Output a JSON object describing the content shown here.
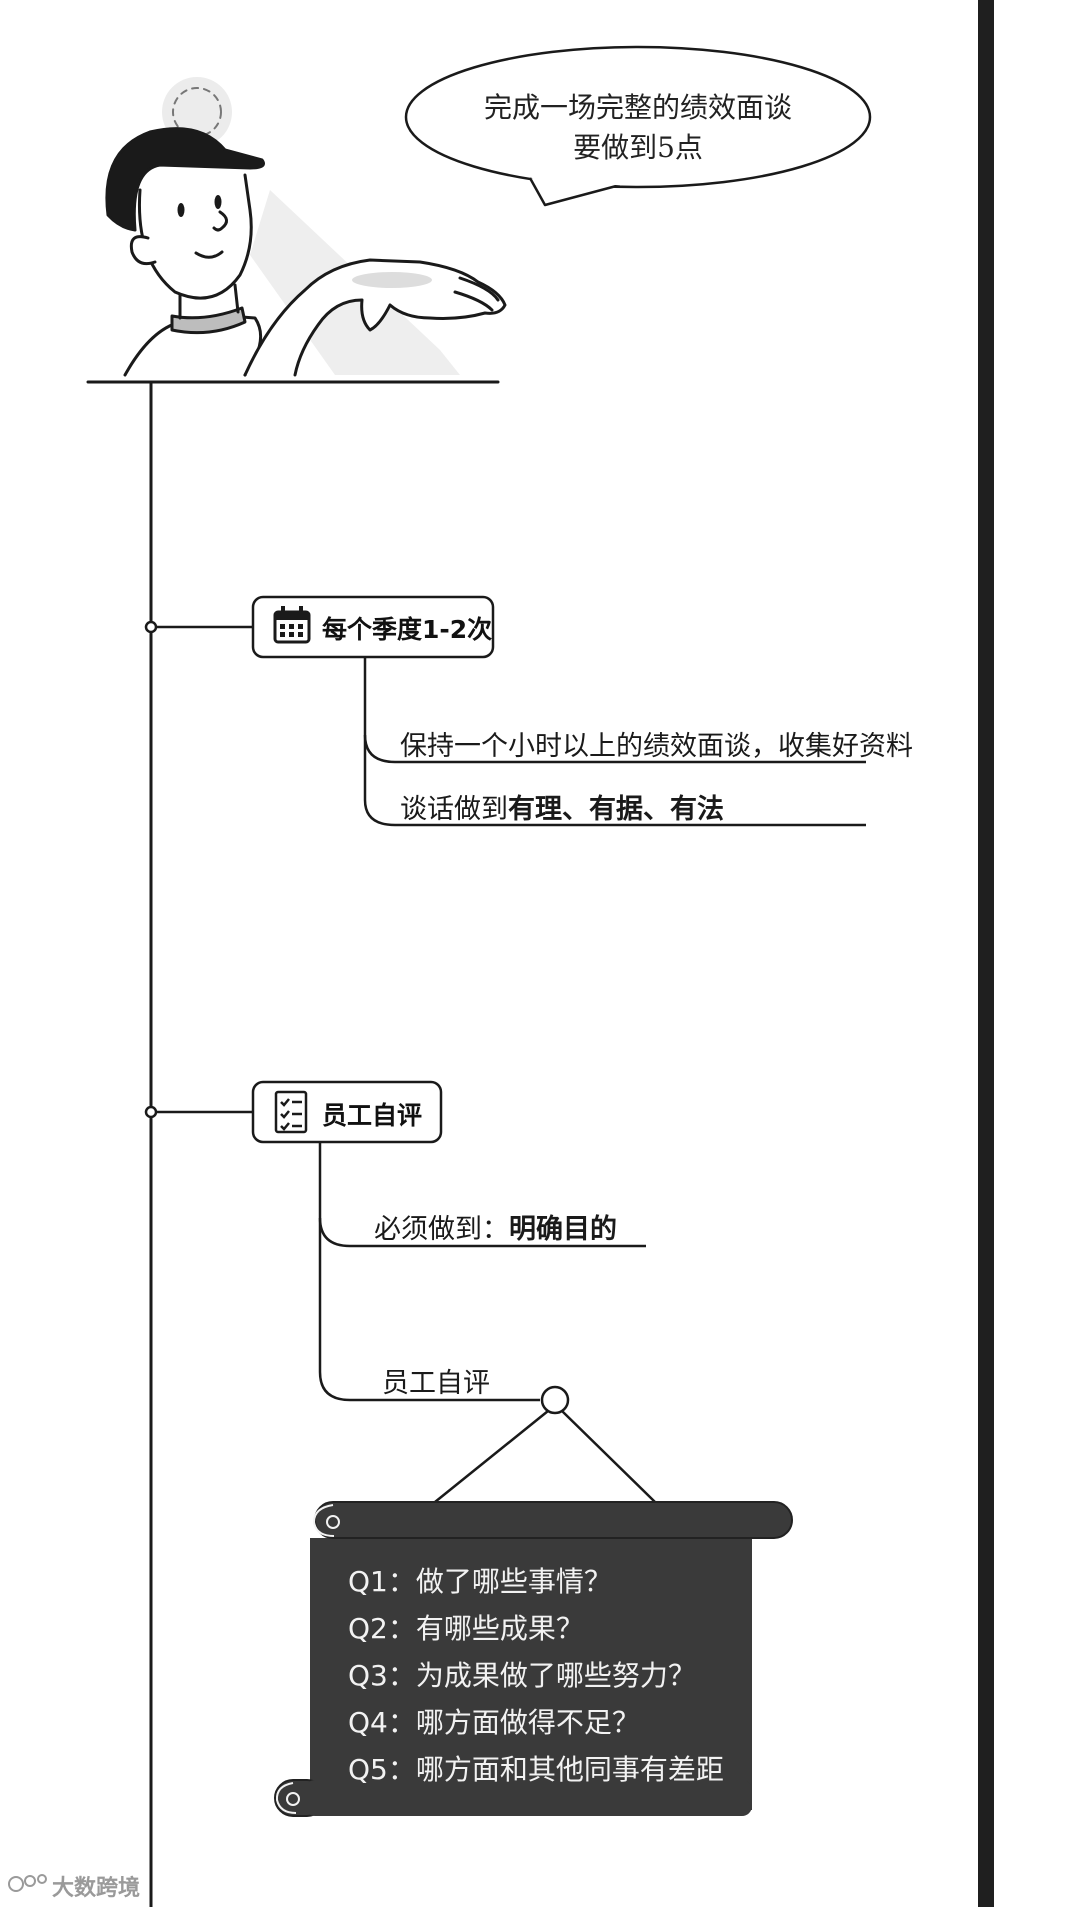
{
  "speech_bubble": {
    "line1": "完成一场完整的绩效面谈",
    "line2": "要做到5点"
  },
  "node1": {
    "label": "每个季度1-2次",
    "icon": "calendar-icon",
    "branches": [
      {
        "text": "保持一个小时以上的绩效面谈，收集好资料"
      },
      {
        "prefix": "谈话做到",
        "bold": "有理、有据、有法"
      }
    ]
  },
  "node2": {
    "label": "员工自评",
    "icon": "checklist-icon",
    "branches": [
      {
        "prefix": "必须做到：",
        "bold": "明确目的"
      },
      {
        "text": "员工自评"
      }
    ]
  },
  "scroll": {
    "questions": [
      "Q1：做了哪些事情？",
      "Q2：有哪些成果？",
      "Q3：为成果做了哪些努力？",
      "Q4：哪方面做得不足？",
      "Q5：哪方面和其他同事有差距"
    ]
  },
  "watermark": "大数跨境",
  "colors": {
    "line": "#1a1a1a",
    "scroll_fill": "#3a3a3a",
    "right_bar": "#1f1f1f"
  }
}
